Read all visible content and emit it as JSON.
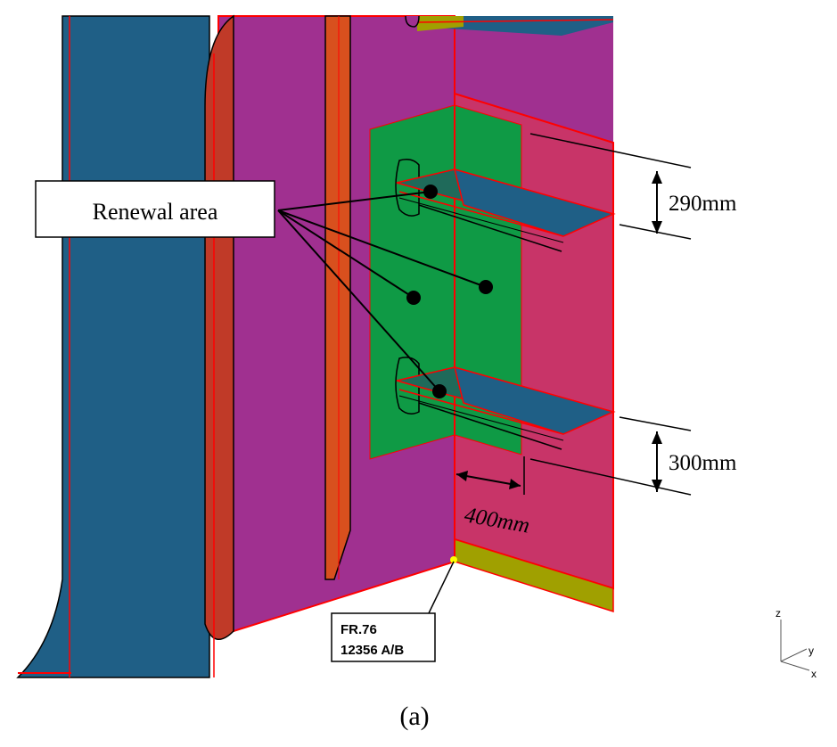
{
  "callout": {
    "renewal_label": "Renewal area"
  },
  "dimensions": {
    "upper": "290mm",
    "lower": "300mm",
    "horizontal": "400mm"
  },
  "frame_tag": {
    "line1": "FR.76",
    "line2": "12356 A/B"
  },
  "axes": {
    "z": "z",
    "y": "y",
    "x": "x"
  },
  "caption": "(a)",
  "colors": {
    "bulkhead_teal": "#1f5f86",
    "flange_red": "#c03a28",
    "web_purple": "#a03090",
    "plate_pink": "#c83468",
    "renewal_green": "#0f9a45",
    "deck_olive": "#a0a000",
    "stiffener_orange": "#d8501e",
    "edge_red": "#ff0000"
  }
}
